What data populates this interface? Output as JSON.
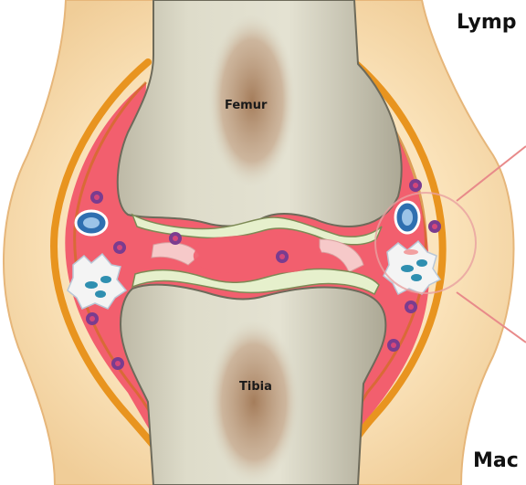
{
  "labels": {
    "femur": "Femur",
    "tibia": "Tibia",
    "callout_top": "Lymp",
    "callout_bottom": "Mac"
  },
  "colors": {
    "background": "#ffffff",
    "skin": "#f8dcae",
    "capsule": "#e8941f",
    "synovial_tissue": "#f25f6e",
    "bone": "#d9d6c4",
    "marrow": "#b08a68",
    "cartilage": "#e6f0cc",
    "pointer_lines": "#e88a8a"
  }
}
